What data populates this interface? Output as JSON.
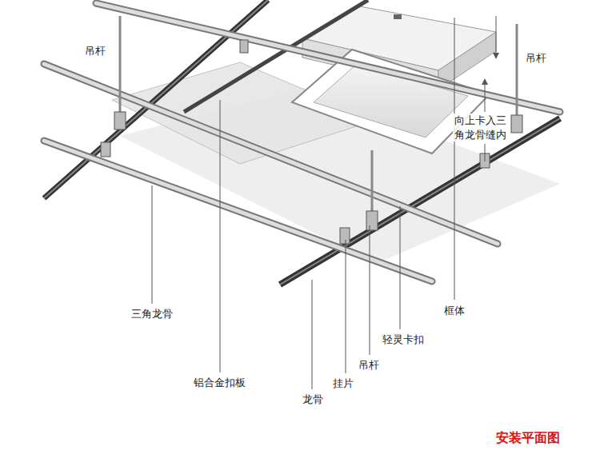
{
  "diagram": {
    "caption": "安装平面图",
    "labels": [
      "吊杆",
      "吊杆",
      "向上卡入三角龙骨缝内",
      "框体",
      "三角龙骨",
      "轻灵卡扣",
      "吊杆",
      "挂片",
      "铝合金扣板",
      "龙骨"
    ]
  }
}
